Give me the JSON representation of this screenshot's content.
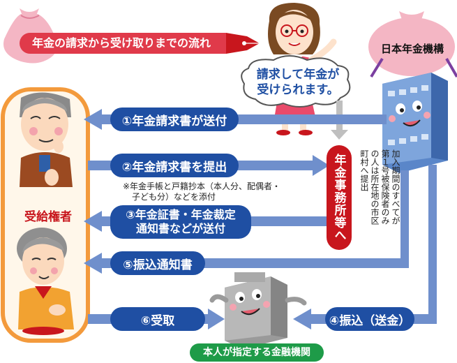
{
  "header": {
    "title": "年金の請求から受け取りまでの流れ"
  },
  "speech": {
    "line1": "請求して年金が",
    "line2": "受けられます。"
  },
  "institutions": {
    "pension_org": "日本年金機構",
    "recipient": "受給権者",
    "office": "年金事務所等へ",
    "bank": "本人が指定する金融機関"
  },
  "steps": {
    "s1": "①年金請求書が送付",
    "s2": "②年金請求書を提出",
    "s3_line1": "③年金証書・年金裁定",
    "s3_line2": "通知書などが送付",
    "s4": "④振込（送金）",
    "s5": "⑤振込通知書",
    "s6": "⑥受取"
  },
  "notes": {
    "attach_line1": "※年金手帳と戸籍抄本（本人分、配偶者・",
    "attach_line2": "子ども分）などを添付",
    "insured_col1": "加入期間のすべてが",
    "insured_col2": "第１号被保険者のみ",
    "insured_col3": "の人は所在地の市区",
    "insured_col4": "町村へ提出"
  },
  "colors": {
    "pill_blue": "#1f4fa3",
    "arrow_blue": "#6f8fcc",
    "header_red": "#e03a4a",
    "office_red": "#c8161d",
    "bank_green": "#1e9b48",
    "frame_orange": "#f39a3c"
  }
}
